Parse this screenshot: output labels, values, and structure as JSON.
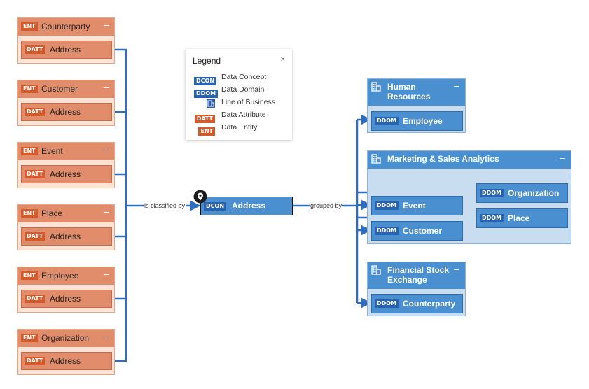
{
  "legend": {
    "title": "Legend",
    "close": "×",
    "items": [
      {
        "badge": "DCON",
        "label": "Data Concept"
      },
      {
        "badge": "DDOM",
        "label": "Data Domain"
      },
      {
        "badge": "",
        "label": "Line of Business"
      },
      {
        "badge": "DATT",
        "label": "Data Attribute"
      },
      {
        "badge": "ENT",
        "label": "Data Entity"
      }
    ]
  },
  "entities": [
    {
      "badge": "ENT",
      "name": "Counterparty",
      "collapse": "–",
      "attr_badge": "DATT",
      "attr": "Address"
    },
    {
      "badge": "ENT",
      "name": "Customer",
      "collapse": "–",
      "attr_badge": "DATT",
      "attr": "Address"
    },
    {
      "badge": "ENT",
      "name": "Event",
      "collapse": "–",
      "attr_badge": "DATT",
      "attr": "Address"
    },
    {
      "badge": "ENT",
      "name": "Place",
      "collapse": "–",
      "attr_badge": "DATT",
      "attr": "Address"
    },
    {
      "badge": "ENT",
      "name": "Employee",
      "collapse": "–",
      "attr_badge": "DATT",
      "attr": "Address"
    },
    {
      "badge": "ENT",
      "name": "Organization",
      "collapse": "–",
      "attr_badge": "DATT",
      "attr": "Address"
    }
  ],
  "concept": {
    "badge": "DCON",
    "label": "Address"
  },
  "edges": {
    "left": "is classified by",
    "right": "grouped by"
  },
  "lines_of_business": [
    {
      "title_line1": "Human",
      "title_line2": "Resources",
      "collapse": "–",
      "domains": [
        {
          "badge": "DDOM",
          "label": "Employee"
        }
      ]
    },
    {
      "title_line1": "Marketing & Sales Analytics",
      "title_line2": "",
      "collapse": "–",
      "domains": [
        {
          "badge": "DDOM",
          "label": "Event"
        },
        {
          "badge": "DDOM",
          "label": "Customer"
        },
        {
          "badge": "DDOM",
          "label": "Organization"
        },
        {
          "badge": "DDOM",
          "label": "Place"
        }
      ]
    },
    {
      "title_line1": "Financial Stock",
      "title_line2": "Exchange",
      "collapse": "–",
      "domains": [
        {
          "badge": "DDOM",
          "label": "Counterparty"
        }
      ]
    }
  ],
  "colors": {
    "entity": "#e18d6c",
    "domain": "#4a90d0",
    "edge": "#2f6dc0"
  }
}
